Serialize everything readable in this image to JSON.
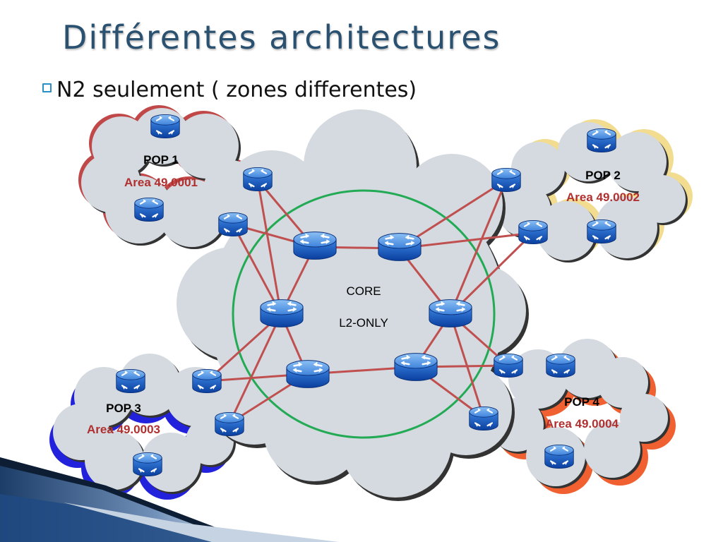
{
  "slide": {
    "title": "Différentes architectures",
    "subtitle": "N2 seulement ( zones differentes)"
  },
  "colors": {
    "title": "#2a5170",
    "area_text": "#b03030",
    "link": "#c05050",
    "core_ring": "#22aa55",
    "cloud": "#d4dadf",
    "pop1_edge": "#c04848",
    "pop2_edge": "#f2dc90",
    "pop3_edge": "#2222dd",
    "pop4_edge": "#f06030"
  },
  "core": {
    "label": "CORE",
    "sublabel": "L2-ONLY"
  },
  "pops": [
    {
      "name": "POP 1",
      "area": "Area 49.0001"
    },
    {
      "name": "POP 2",
      "area": "Area 49.0002"
    },
    {
      "name": "POP 3",
      "area": "Area 49.0003"
    },
    {
      "name": "POP 4",
      "area": "Area 49.0004"
    }
  ],
  "icons": {
    "router": "router-icon"
  }
}
